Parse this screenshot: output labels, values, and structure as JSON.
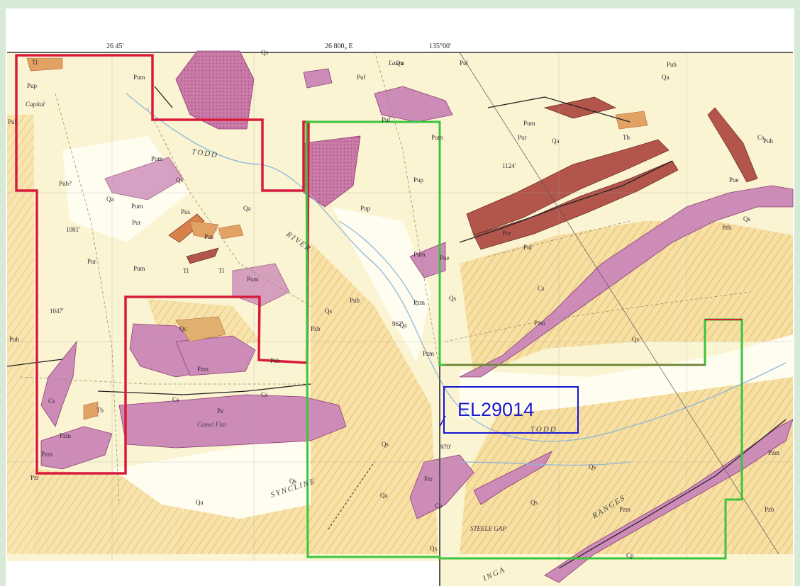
{
  "map": {
    "header": {
      "lon_left": "26 45'",
      "lon_mid": "26 800₀ E",
      "lon_right": "135°00'"
    },
    "tenement_label": "EL29014",
    "boundary_colors": {
      "red_tenement": "#d81b3c",
      "green_tenement": "#3cc43c",
      "label_box": "#1515d8"
    },
    "place_names": {
      "river_upper": "TODD",
      "river_right": "RIVER",
      "river_lower": "TODD",
      "syncline": "SYNCLINE",
      "ranges": "RANGES",
      "inga": "INGA",
      "camel_flat": "Camel Flat",
      "steele_gap": "STEELE GAP",
      "laura": "Laura",
      "capital": "Capital"
    },
    "unit_labels": [
      "Qa",
      "Qs",
      "Pum",
      "Pup",
      "Pur",
      "Puf",
      "Pub?",
      "Pus",
      "Pzm",
      "Pzb",
      "Pzr",
      "Cs",
      "Cp",
      "Tb",
      "Tl",
      "Qc",
      "Pz",
      "Pub",
      "Puh",
      "Pul",
      "Pue"
    ],
    "spot_heights": [
      "1081'",
      "1047'",
      "962'",
      "970'",
      "1124'"
    ]
  }
}
